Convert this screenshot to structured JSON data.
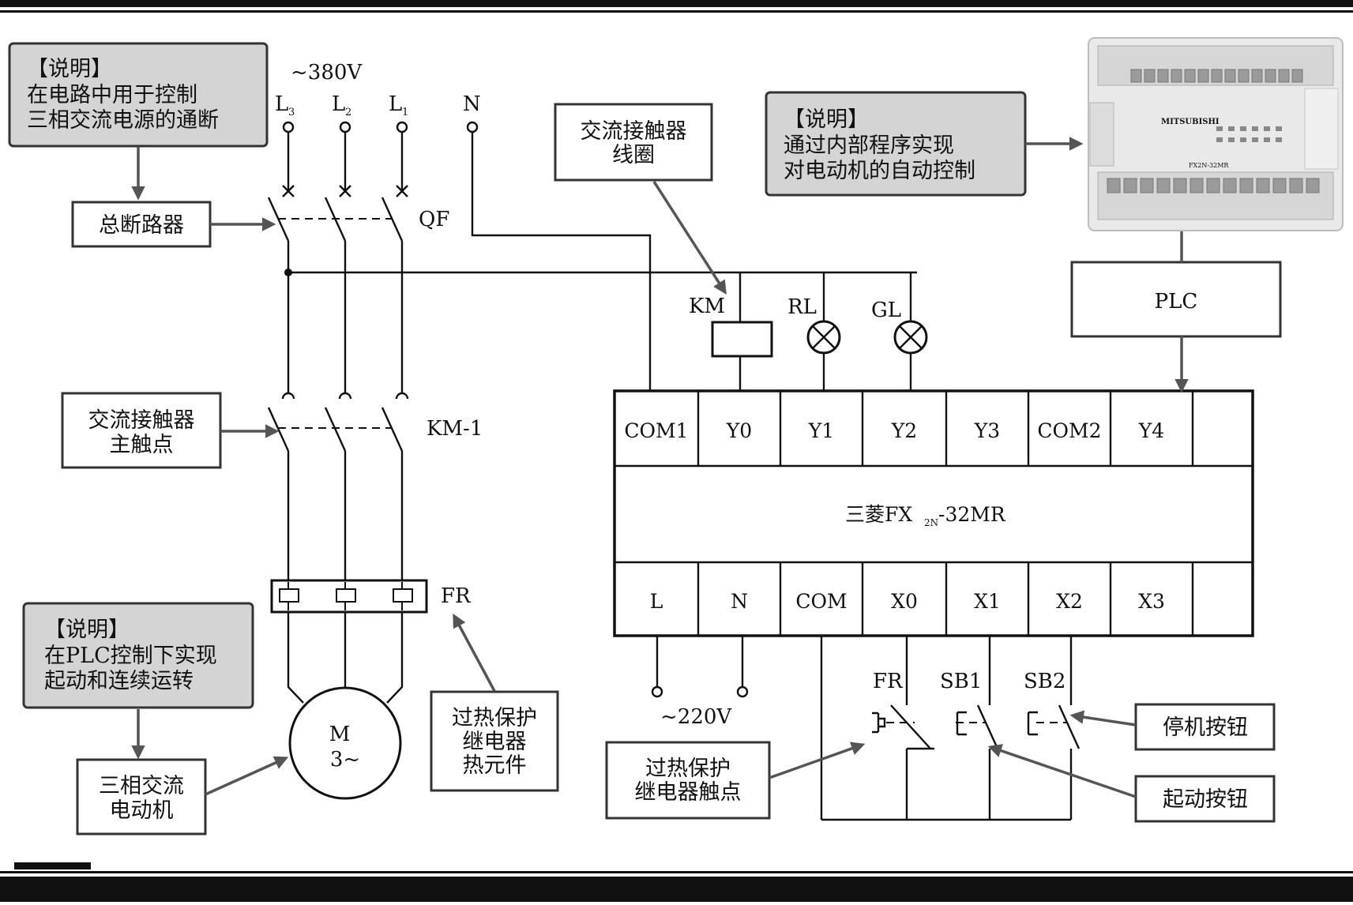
{
  "supply": {
    "voltage": "~380V",
    "phases": [
      {
        "name": "L",
        "sub": "3"
      },
      {
        "name": "L",
        "sub": "2"
      },
      {
        "name": "L",
        "sub": "1"
      }
    ],
    "neutral": "N"
  },
  "labels": {
    "qf": "QF",
    "km1": "KM-1",
    "fr_thermal": "FR",
    "km": "KM",
    "rl": "RL",
    "gl": "GL",
    "ac220": "~220V",
    "fr_contact": "FR",
    "sb1": "SB1",
    "sb2": "SB2",
    "motor_m": "M",
    "motor_phase": "3~",
    "plc": "PLC"
  },
  "notes": {
    "breaker_note": {
      "title": "【说明】",
      "lines": [
        "在电路中用于控制",
        "三相交流电源的通断"
      ]
    },
    "plc_note": {
      "title": "【说明】",
      "lines": [
        "通过内部程序实现",
        "对电动机的自动控制"
      ]
    },
    "motor_note": {
      "title": "【说明】",
      "lines": [
        "在PLC控制下实现",
        "起动和连续运转"
      ]
    }
  },
  "callouts": {
    "main_breaker": "总断路器",
    "contactor_coil": [
      "交流接触器",
      "线圈"
    ],
    "main_contact": [
      "交流接触器",
      "主触点"
    ],
    "thermal_element": [
      "过热保护",
      "继电器",
      "热元件"
    ],
    "motor": [
      "三相交流",
      "电动机"
    ],
    "thermal_contact": [
      "过热保护",
      "继电器触点"
    ],
    "stop_button": "停机按钮",
    "start_button": "起动按钮"
  },
  "plc": {
    "model_prefix": "三菱FX",
    "model_sub": "2N",
    "model_suffix": "-32MR",
    "outputs": [
      "COM1",
      "Y0",
      "Y1",
      "Y2",
      "Y3",
      "COM2",
      "Y4",
      ""
    ],
    "inputs": [
      "L",
      "N",
      "COM",
      "X0",
      "X1",
      "X2",
      "X3",
      ""
    ],
    "photo_brand": "MITSUBISHI",
    "photo_model": "FX2N-32MR"
  }
}
